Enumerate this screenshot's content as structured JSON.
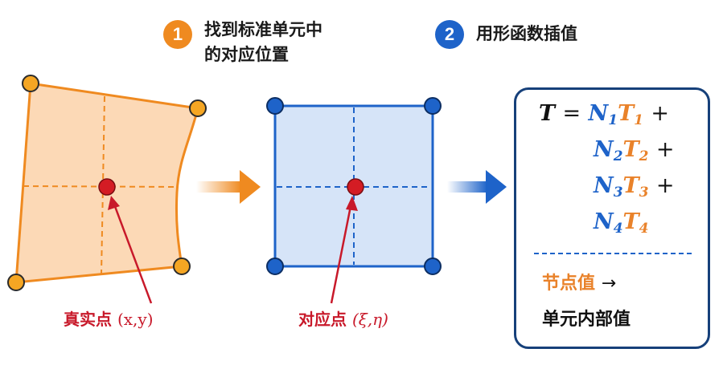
{
  "steps": [
    {
      "number": "1",
      "line1": "找到标准单元中",
      "line2": "的对应位置",
      "color": "#ef8a20"
    },
    {
      "number": "2",
      "line1": "用形函数插值",
      "color": "#1e63c9"
    }
  ],
  "labels": {
    "real_point": "真实点",
    "real_coords": "(x,y)",
    "ref_point": "对应点",
    "ref_coords": "(ξ,η)"
  },
  "formula": {
    "lhs": "T",
    "equals": "=",
    "plus": "+",
    "terms": [
      {
        "N": "N",
        "N_sub": "1",
        "T": "T",
        "T_sub": "1"
      },
      {
        "N": "N",
        "N_sub": "2",
        "T": "T",
        "T_sub": "2"
      },
      {
        "N": "N",
        "N_sub": "3",
        "T": "T",
        "T_sub": "3"
      },
      {
        "N": "N",
        "N_sub": "4",
        "T": "T",
        "T_sub": "4"
      }
    ]
  },
  "legend": {
    "node_values": "节点值",
    "arrow": "→",
    "element_values": "单元内部值"
  },
  "colors": {
    "orange": "#ef8a20",
    "orange_fill": "#fcd9b6",
    "blue": "#1e63c9",
    "blue_fill": "#d6e4f8",
    "red": "#d41c24",
    "navy": "#16407a"
  }
}
